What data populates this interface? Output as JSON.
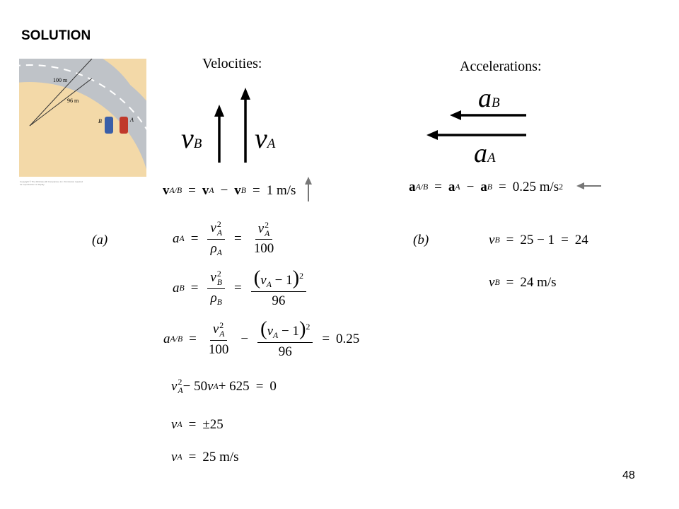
{
  "title": "SOLUTION",
  "page_number": "48",
  "figure": {
    "radius_outer": "100 m",
    "radius_inner": "96 m",
    "car_b_label": "B",
    "car_a_label": "A",
    "copyright": "Copyright © The McGraw-Hill Companies, Inc. Permission required for reproduction or display."
  },
  "velocities": {
    "heading": "Velocities:",
    "vB_letter": "v",
    "vB_sub": "B",
    "vA_letter": "v",
    "vA_sub": "A",
    "relation": {
      "lhs_bold": "v",
      "lhs_sub": "A/B",
      "eq": "=",
      "t1_bold": "v",
      "t1_sub": "A",
      "minus": "−",
      "t2_bold": "v",
      "t2_sub": "B",
      "eq2": "=",
      "result": "1 m/s"
    }
  },
  "accelerations": {
    "heading": "Accelerations:",
    "aB_letter": "a",
    "aB_sub": "B",
    "aA_letter": "a",
    "aA_sub": "A",
    "relation": {
      "lhs_bold": "a",
      "lhs_sub": "A/B",
      "eq": "=",
      "t1_bold": "a",
      "t1_sub": "A",
      "minus": "−",
      "t2_bold": "a",
      "t2_sub": "B",
      "eq2": "=",
      "result": "0.25 m/s",
      "result_sup": "2"
    }
  },
  "part_a": {
    "label": "(a)",
    "eq1": {
      "lhs": "a",
      "lhs_sub": "A",
      "eq": "=",
      "f1_num": "v",
      "f1_num_sup": "2",
      "f1_num_sub": "A",
      "f1_den": "ρ",
      "f1_den_sub": "A",
      "eq2": "=",
      "f2_num": "v",
      "f2_num_sup": "2",
      "f2_num_sub": "A",
      "f2_den": "100"
    },
    "eq2": {
      "lhs": "a",
      "lhs_sub": "B",
      "eq": "=",
      "f1_num": "v",
      "f1_num_sup": "2",
      "f1_num_sub": "B",
      "f1_den": "ρ",
      "f1_den_sub": "B",
      "eq2": "=",
      "f2_open": "(",
      "f2_v": "v",
      "f2_v_sub": "A",
      "f2_rest": " − 1",
      "f2_close": ")",
      "f2_sup": "2",
      "f2_den": "96"
    },
    "eq3": {
      "lhs": "a",
      "lhs_sub": "A/B",
      "eq": "=",
      "f1_num": "v",
      "f1_num_sup": "2",
      "f1_num_sub": "A",
      "f1_den": "100",
      "minus": "−",
      "f2_open": "(",
      "f2_v": "v",
      "f2_v_sub": "A",
      "f2_rest": " − 1",
      "f2_close": ")",
      "f2_sup": "2",
      "f2_den": "96",
      "eq2": "=",
      "result": "0.25"
    },
    "eq4": {
      "v": "v",
      "v_sup": "2",
      "v_sub": "A",
      "mid": " − 50",
      "v2": "v",
      "v2_sub": "A",
      "tail": " + 625",
      "eq": "=",
      "result": "0"
    },
    "eq5": {
      "v": "v",
      "v_sub": "A",
      "eq": "=",
      "result": "±25"
    },
    "eq6": {
      "v": "v",
      "v_sub": "A",
      "eq": "=",
      "result": "25 m/s"
    }
  },
  "part_b": {
    "label": "(b)",
    "eq1": {
      "v": "v",
      "v_sub": "B",
      "eq": "=",
      "expr": "25 − 1",
      "eq2": "=",
      "result": "24"
    },
    "eq2": {
      "v": "v",
      "v_sub": "B",
      "eq": "=",
      "result": "24 m/s"
    }
  },
  "colors": {
    "track": "#bfc3c8",
    "lane_line": "#ffffff",
    "background_field": "#f3d9a8",
    "car_b": "#3a5fa8",
    "car_a": "#c0392b"
  }
}
